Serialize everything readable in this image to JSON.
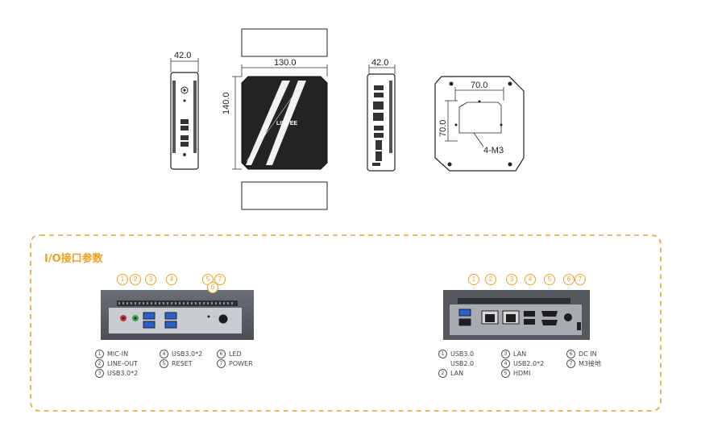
{
  "dimensions": {
    "side_width": "42.0",
    "top_width": "130.0",
    "top_depth": "140.0",
    "rear_width": "42.0",
    "mount_horizontal": "70.0",
    "mount_vertical": "70.0",
    "mount_screws": "4-M3"
  },
  "brand_logo": "LIMYEE",
  "io_section": {
    "title": "I/O接口参数",
    "front": {
      "callouts": [
        "1",
        "2",
        "3",
        "4",
        "5",
        "6",
        "7"
      ],
      "legend_col1": [
        {
          "num": "1",
          "label": "MIC-IN"
        },
        {
          "num": "2",
          "label": "LINE-OUT"
        },
        {
          "num": "3",
          "label": "USB3.0*2"
        }
      ],
      "legend_col2": [
        {
          "num": "4",
          "label": "USB3.0*2"
        },
        {
          "num": "5",
          "label": "RESET"
        }
      ],
      "legend_col3": [
        {
          "num": "6",
          "label": "LED"
        },
        {
          "num": "7",
          "label": "POWER"
        }
      ]
    },
    "rear": {
      "callouts": [
        "1",
        "2",
        "3",
        "4",
        "5",
        "6",
        "7"
      ],
      "legend_col1": [
        {
          "num": "1",
          "label": "USB3.0"
        },
        {
          "num": "",
          "label": "USB2.0"
        },
        {
          "num": "2",
          "label": "LAN"
        }
      ],
      "legend_col2": [
        {
          "num": "3",
          "label": "LAN"
        },
        {
          "num": "4",
          "label": "USB2.0*2"
        },
        {
          "num": "5",
          "label": "HDMI"
        }
      ],
      "legend_col3": [
        {
          "num": "6",
          "label": "DC IN"
        },
        {
          "num": "7",
          "label": "M3接地"
        }
      ]
    }
  },
  "colors": {
    "accent": "#f0a020",
    "body_dark": "#2a2a2a",
    "panel_gray": "#7d8088",
    "port_blue": "#2a5fd0"
  }
}
